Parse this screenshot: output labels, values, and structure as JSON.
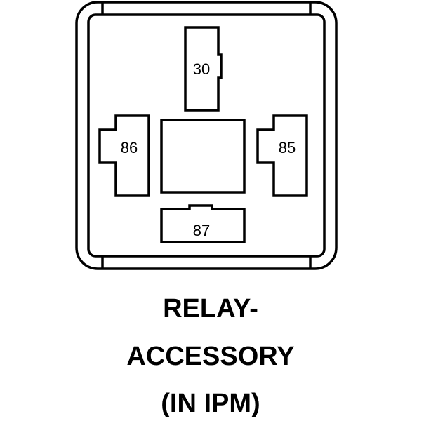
{
  "diagram": {
    "pins": {
      "pin_30": "30",
      "pin_86": "86",
      "pin_85": "85",
      "pin_87": "87"
    }
  },
  "caption": {
    "line1": "RELAY-",
    "line2": "ACCESSORY",
    "line3": "(IN IPM)"
  }
}
